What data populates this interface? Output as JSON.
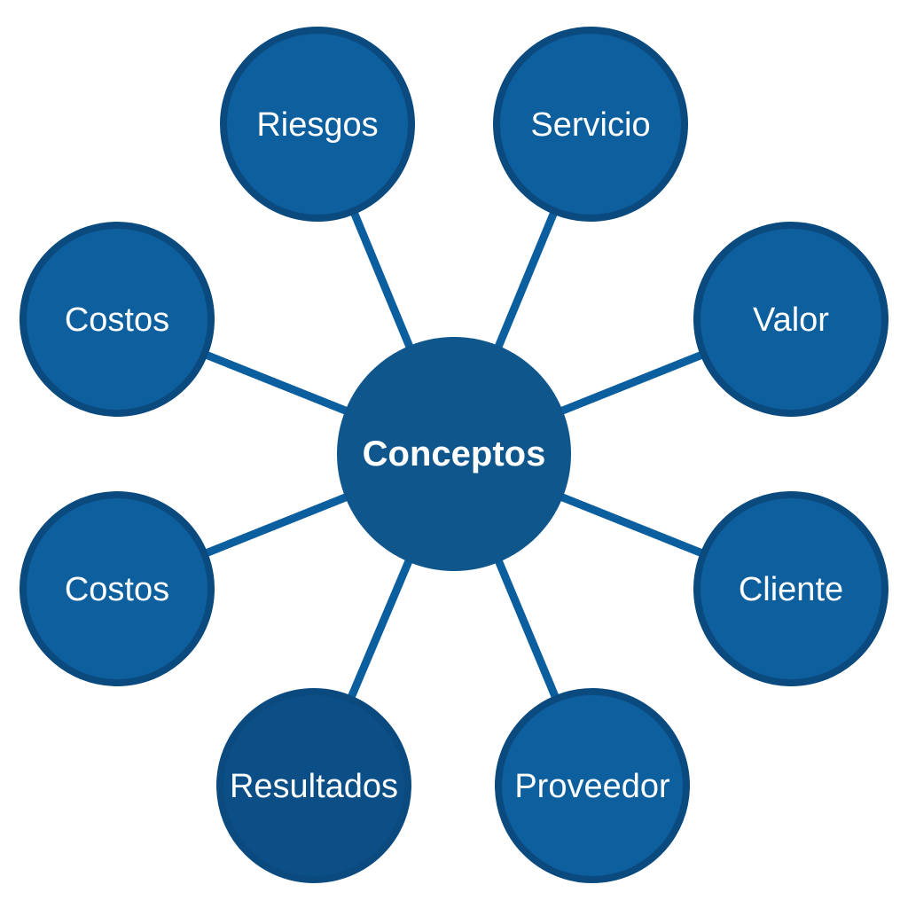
{
  "center": {
    "label": "Conceptos",
    "color": "#0e568c"
  },
  "nodes": [
    {
      "id": "riesgos",
      "label": "Riesgos",
      "color": "#0e5f9e"
    },
    {
      "id": "servicio",
      "label": "Servicio",
      "color": "#0e5f9e"
    },
    {
      "id": "costos-upper",
      "label": "Costos",
      "color": "#0e5f9e"
    },
    {
      "id": "valor",
      "label": "Valor",
      "color": "#0e5f9e"
    },
    {
      "id": "costos-lower",
      "label": "Costos",
      "color": "#0e5f9e"
    },
    {
      "id": "cliente",
      "label": "Cliente",
      "color": "#0e5f9e"
    },
    {
      "id": "resultados",
      "label": "Resultados",
      "color": "#0b4f86"
    },
    {
      "id": "proveedor",
      "label": "Proveedor",
      "color": "#0e5f9e"
    }
  ],
  "colors": {
    "node_border": "#0a4a7f",
    "connector": "#0c5f9f",
    "text": "#ffffff"
  }
}
